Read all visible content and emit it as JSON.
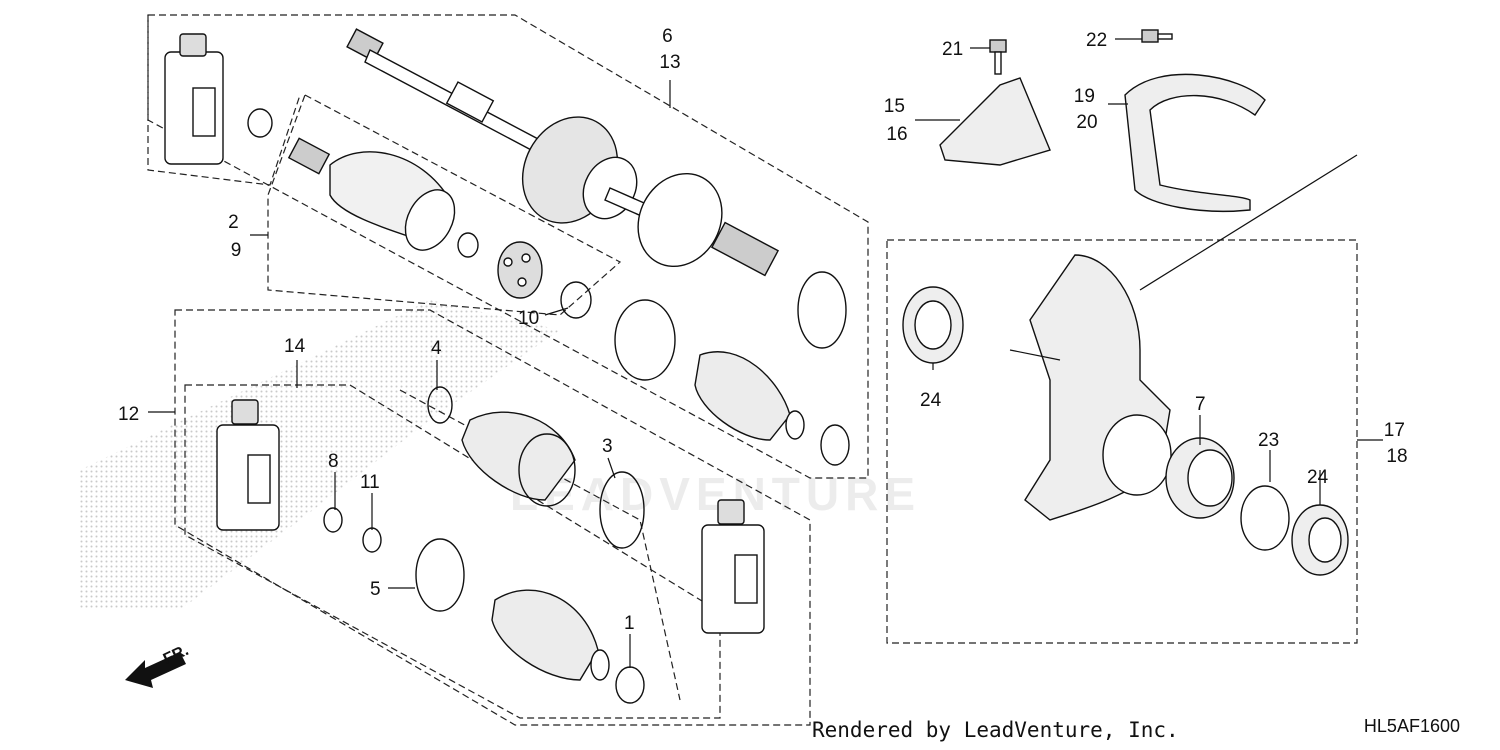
{
  "callouts": [
    {
      "id": "c6",
      "lines": [
        "6",
        "13"
      ]
    },
    {
      "id": "c2",
      "lines": [
        "2",
        "9"
      ]
    },
    {
      "id": "c10",
      "lines": [
        "10"
      ]
    },
    {
      "id": "c14",
      "lines": [
        "14"
      ]
    },
    {
      "id": "c12",
      "lines": [
        "12"
      ]
    },
    {
      "id": "c4",
      "lines": [
        "4"
      ]
    },
    {
      "id": "c3",
      "lines": [
        "3"
      ]
    },
    {
      "id": "c8",
      "lines": [
        "8"
      ]
    },
    {
      "id": "c11",
      "lines": [
        "11"
      ]
    },
    {
      "id": "c5",
      "lines": [
        "5"
      ]
    },
    {
      "id": "c1",
      "lines": [
        "1"
      ]
    },
    {
      "id": "c21",
      "lines": [
        "21"
      ]
    },
    {
      "id": "c22",
      "lines": [
        "22"
      ]
    },
    {
      "id": "c15",
      "lines": [
        "15",
        "16"
      ]
    },
    {
      "id": "c19",
      "lines": [
        "19",
        "20"
      ]
    },
    {
      "id": "c24a",
      "lines": [
        "24"
      ]
    },
    {
      "id": "c7",
      "lines": [
        "7"
      ]
    },
    {
      "id": "c23",
      "lines": [
        "23"
      ]
    },
    {
      "id": "c24b",
      "lines": [
        "24"
      ]
    },
    {
      "id": "c17",
      "lines": [
        "17",
        "18"
      ]
    }
  ],
  "direction_label": "FR.",
  "watermark": "LEADVENTURE",
  "footer": {
    "credit": "Rendered by LeadVenture, Inc.",
    "diagram_code": "HL5AF1600"
  }
}
